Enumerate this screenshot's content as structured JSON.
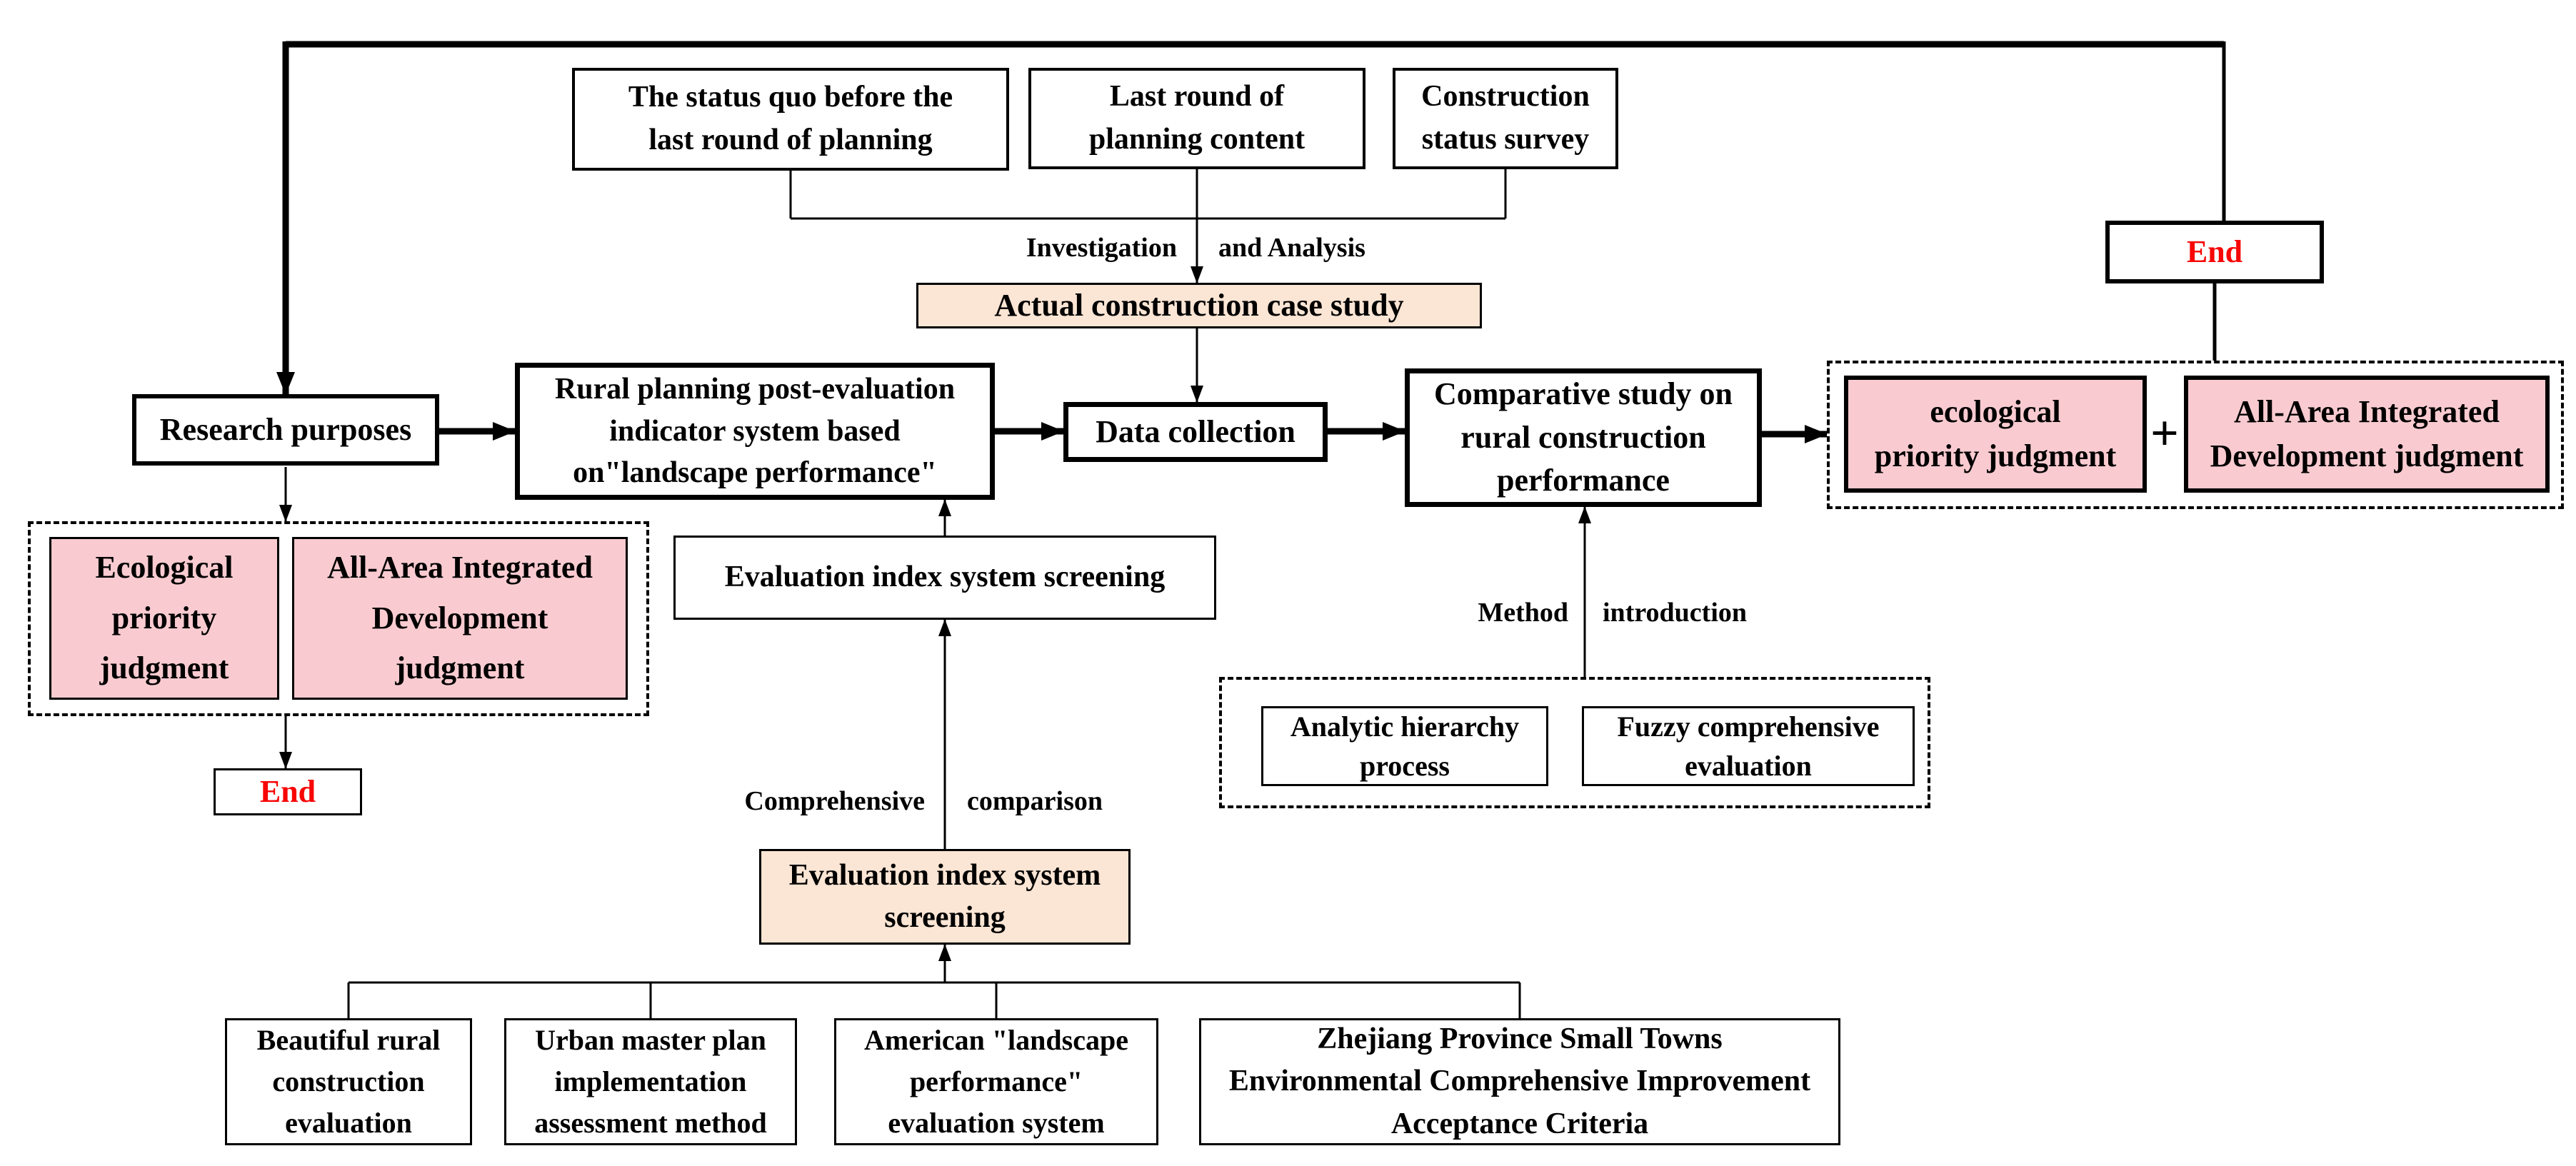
{
  "colors": {
    "pink": "#f9cbd0",
    "peach": "#fbe5d4",
    "red": "#f80505",
    "line": "#000000"
  },
  "nodes": {
    "status_quo": "The status quo before the\nlast round of planning",
    "last_round": "Last round of\nplanning content",
    "construction_survey": "Construction\nstatus survey",
    "actual_case": "Actual construction case study",
    "research_purposes": "Research purposes",
    "rural_planning": "Rural planning post-evaluation\nindicator system based\non\"landscape performance\"",
    "data_collection": "Data collection",
    "comparative_study": "Comparative study on\nrural construction\nperformance",
    "eco_priority_right": "ecological\npriority judgment",
    "plus_sign": "+",
    "all_area_right": "All-Area Integrated\nDevelopment judgment",
    "end_right": "End",
    "eco_priority_left": "Ecological\npriority\njudgment",
    "all_area_left": "All-Area Integrated\nDevelopment\njudgment",
    "end_left": "End",
    "eval_screening_white": "Evaluation index system screening",
    "eval_screening_peach": "Evaluation index system\nscreening",
    "analytic_hierarchy": "Analytic hierarchy\nprocess",
    "fuzzy_comprehensive": "Fuzzy comprehensive\nevaluation",
    "beautiful_rural": "Beautiful rural\nconstruction\nevaluation",
    "urban_master_plan": "Urban master plan\nimplementation\nassessment method",
    "american_landscape": "American \"landscape\nperformance\"\nevaluation system",
    "zhejiang_criteria": "Zhejiang Province Small Towns\nEnvironmental Comprehensive Improvement\nAcceptance Criteria"
  },
  "edge_labels": {
    "investigation": "Investigation",
    "and_analysis": "and Analysis",
    "comprehensive": "Comprehensive",
    "comparison": "comparison",
    "method": "Method",
    "introduction": "introduction"
  }
}
